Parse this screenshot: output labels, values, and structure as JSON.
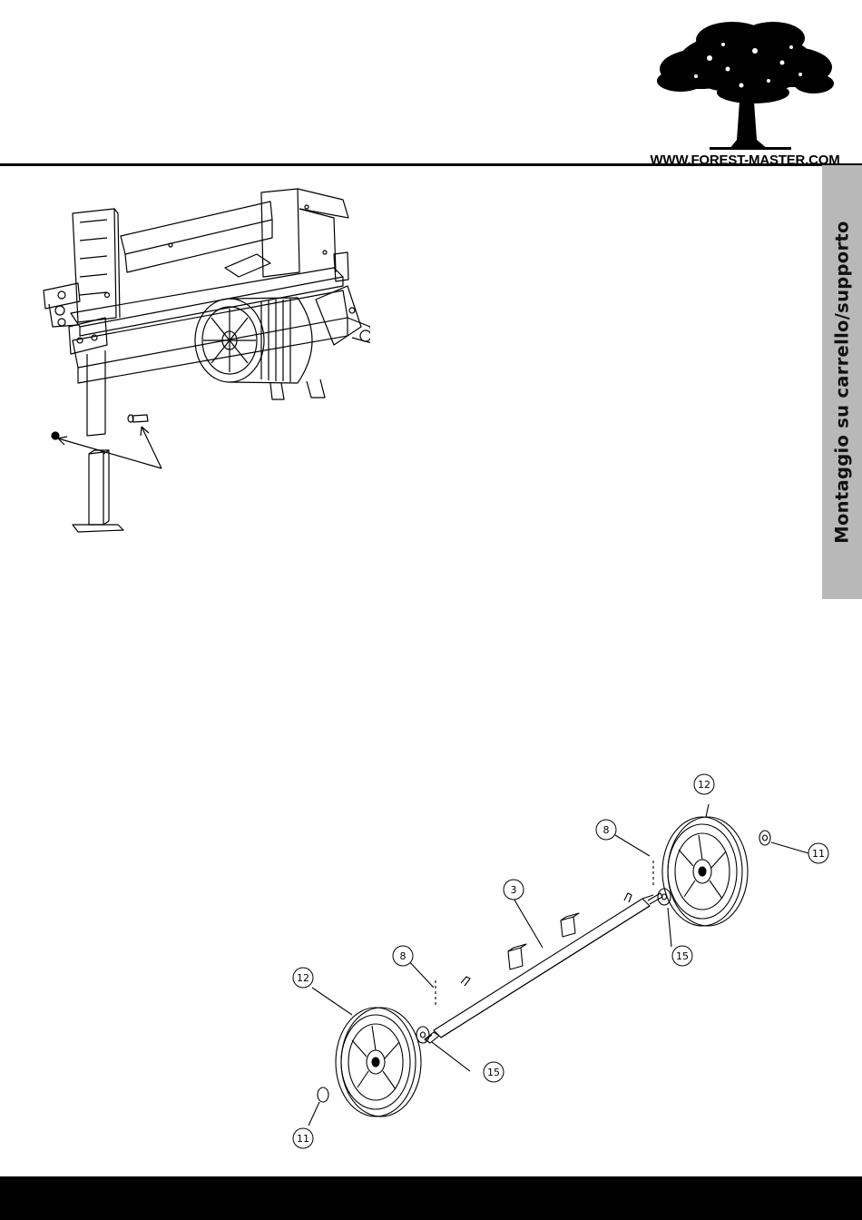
{
  "header": {
    "brand_url": "WWW.FOREST-MASTER.COM",
    "logo_icon": "tree-logo-icon"
  },
  "side_tab": {
    "label": "Montaggio su carrello/supporto",
    "color": "#b8b8b8"
  },
  "figures": {
    "splitter": {
      "icon": "log-splitter-drawing"
    },
    "wheel_assembly": {
      "icon": "wheel-axle-exploded-drawing",
      "callouts": {
        "wheel_right": "12",
        "washer_right": "11",
        "pin_right": "8",
        "axle": "3",
        "spacer_right": "15",
        "pin_left": "8",
        "wheel_left": "12",
        "spacer_left": "15",
        "washer_left": "11"
      }
    }
  },
  "footer": {
    "color": "#000000"
  }
}
